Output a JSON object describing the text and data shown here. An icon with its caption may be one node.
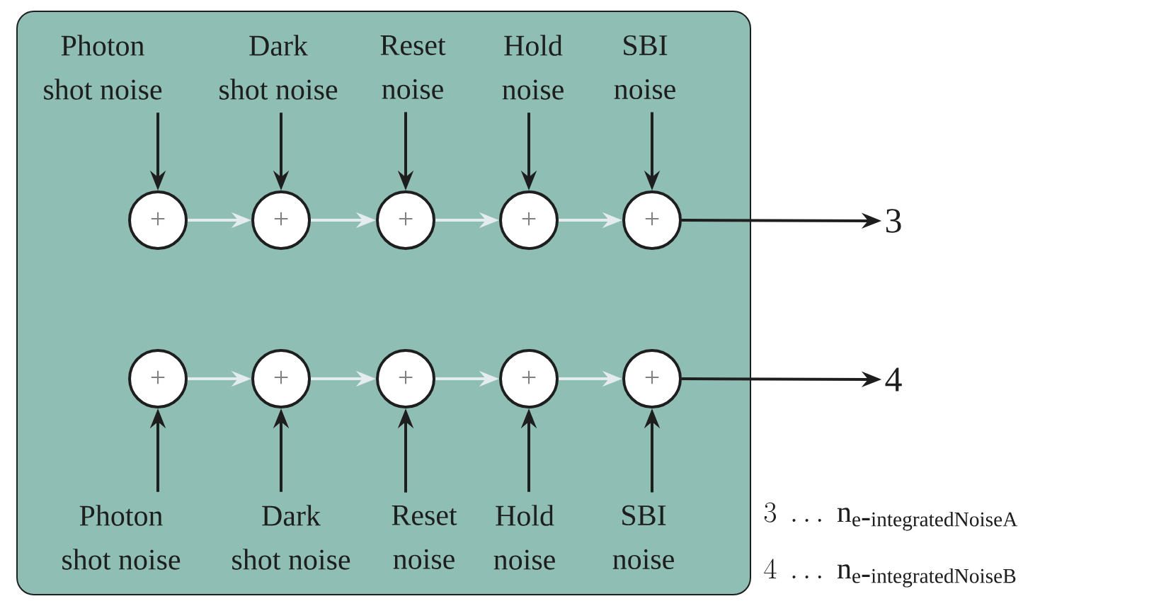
{
  "diagram": {
    "nodes": [
      {
        "text": [],
        "shape": "box"
      },
      {
        "text": [
          "Photon shot noise"
        ],
        "in": 0
      },
      {
        "text": [
          "Dark shot noise"
        ],
        "in": 0
      },
      {
        "text": [
          "Reset noise"
        ],
        "in": 0
      },
      {
        "text": [
          "Hold noise"
        ],
        "in": 0
      },
      {
        "text": [
          "SBI noise"
        ],
        "in": 0
      },
      {
        "text": [
          "+"
        ],
        "in": 0
      },
      {
        "text": [
          "+"
        ],
        "in": 0
      },
      {
        "text": [
          "+"
        ],
        "in": 0
      },
      {
        "text": [
          "+"
        ],
        "in": 0
      },
      {
        "text": [
          "+"
        ],
        "in": 0
      },
      {
        "text": [
          "3"
        ]
      },
      {
        "text": [
          "+"
        ],
        "in": 0
      },
      {
        "text": [
          "+"
        ],
        "in": 0
      },
      {
        "text": [
          "+"
        ],
        "in": 0
      },
      {
        "text": [
          "+"
        ],
        "in": 0
      },
      {
        "text": [
          "+"
        ],
        "in": 0
      },
      {
        "text": [
          "4"
        ]
      },
      {
        "text": [
          "Photon shot noise"
        ],
        "in": 0
      },
      {
        "text": [
          "Dark shot noise"
        ],
        "in": 0
      },
      {
        "text": [
          "Reset noise"
        ],
        "in": 0
      },
      {
        "text": [
          "Hold noise"
        ],
        "in": 0
      },
      {
        "text": [
          "SBI noise"
        ],
        "in": 0
      }
    ],
    "edges": [
      {
        "from": 1,
        "to": 6,
        "arrow": "to"
      },
      {
        "from": 2,
        "to": 7,
        "arrow": "to"
      },
      {
        "from": 3,
        "to": 8,
        "arrow": "to"
      },
      {
        "from": 4,
        "to": 9,
        "arrow": "to"
      },
      {
        "from": 5,
        "to": 10,
        "arrow": "to"
      },
      {
        "from": 6,
        "to": 7,
        "arrow": "to",
        "color": "#e4ecef"
      },
      {
        "from": 7,
        "to": 8,
        "arrow": "to",
        "color": "#e4ecef"
      },
      {
        "from": 8,
        "to": 9,
        "arrow": "to",
        "color": "#e4ecef"
      },
      {
        "from": 9,
        "to": 10,
        "arrow": "to",
        "color": "#e4ecef"
      },
      {
        "from": 10,
        "to": 11,
        "arrow": "to"
      },
      {
        "from": 12,
        "to": 13,
        "arrow": "to",
        "color": "#e4ecef"
      },
      {
        "from": 13,
        "to": 14,
        "arrow": "to",
        "color": "#e4ecef"
      },
      {
        "from": 14,
        "to": 15,
        "arrow": "to",
        "color": "#e4ecef"
      },
      {
        "from": 15,
        "to": 16,
        "arrow": "to",
        "color": "#e4ecef"
      },
      {
        "from": 16,
        "to": 17,
        "arrow": "to"
      },
      {
        "from": 18,
        "to": 12,
        "arrow": "to"
      },
      {
        "from": 19,
        "to": 13,
        "arrow": "to"
      },
      {
        "from": 20,
        "to": 14,
        "arrow": "to"
      },
      {
        "from": 21,
        "to": 15,
        "arrow": "to"
      },
      {
        "from": 22,
        "to": 16,
        "arrow": "to"
      }
    ],
    "labels": [
      "3\\;\\ldots\\;\\mathrm{n}_{\\mathrm{e\\mbox{-}integratedNoiseA}}",
      "4\\;\\ldots\\;\\mathrm{n}_{\\mathrm{e\\mbox{-}integratedNoiseB}}"
    ]
  }
}
